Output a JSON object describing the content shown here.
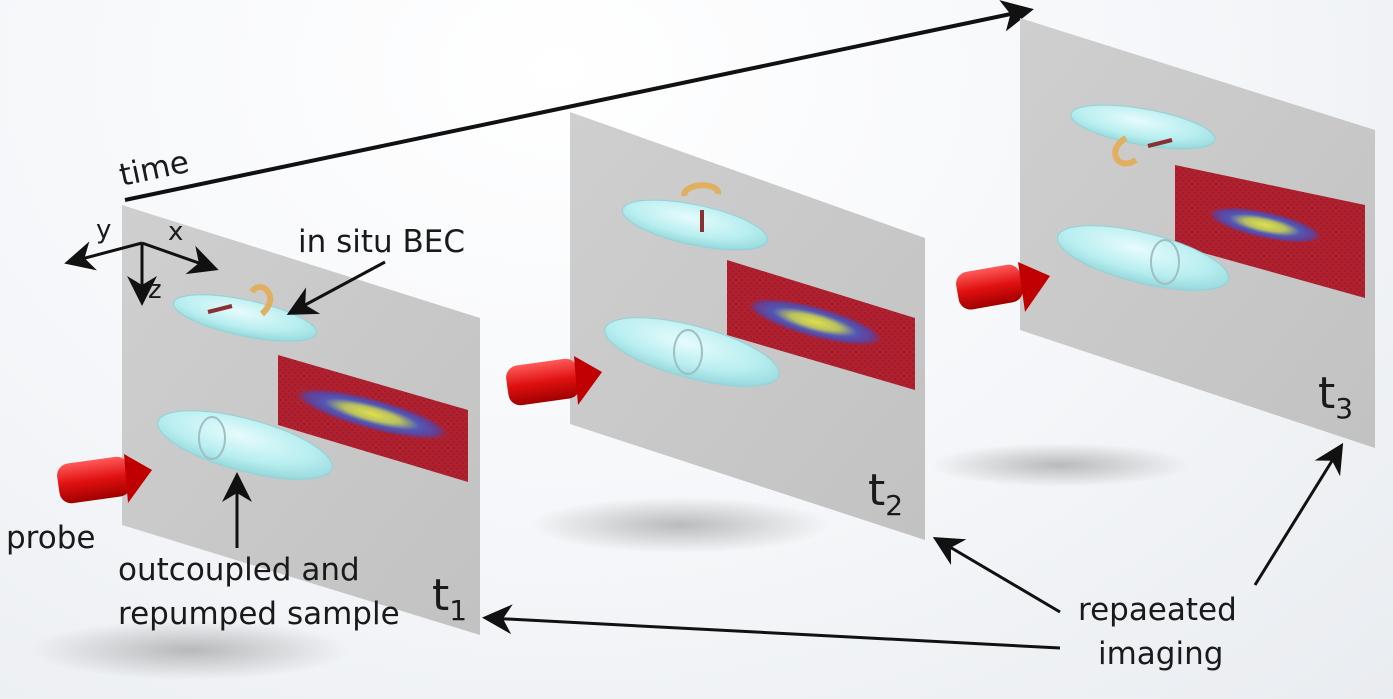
{
  "time_label": "time",
  "axes": {
    "x": "x",
    "y": "y",
    "z": "z"
  },
  "labels": {
    "in_situ": "in situ BEC",
    "probe": "probe",
    "outcoupled_line1": "outcoupled and",
    "outcoupled_line2": "repumped sample",
    "repeated_line1": "repaeated",
    "repeated_line2": "imaging"
  },
  "frames": [
    {
      "t": "t",
      "sub": "1"
    },
    {
      "t": "t",
      "sub": "2"
    },
    {
      "t": "t",
      "sub": "3"
    }
  ],
  "colors": {
    "cloud": "#b8eef0",
    "cloud_stroke": "#7fc8cc",
    "probe_arrow": "#e01010",
    "image_background": "#b3202a",
    "density_peak": "#d8d83a",
    "rotation_arrow": "#e0b060"
  }
}
